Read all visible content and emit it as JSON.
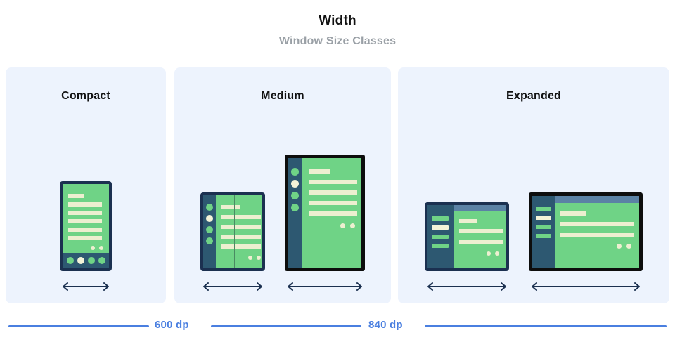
{
  "header": {
    "title": "Width",
    "subtitle": "Window Size Classes"
  },
  "panels": [
    {
      "label": "Compact"
    },
    {
      "label": "Medium"
    },
    {
      "label": "Expanded"
    }
  ],
  "devices": {
    "phone": {
      "name": "phone-portrait",
      "arrow": "width-arrow"
    },
    "foldable_portrait": {
      "name": "foldable-portrait",
      "arrow": "width-arrow"
    },
    "tablet_portrait": {
      "name": "tablet-portrait",
      "arrow": "width-arrow"
    },
    "foldable_landscape": {
      "name": "foldable-landscape",
      "arrow": "width-arrow"
    },
    "tablet_landscape": {
      "name": "tablet-landscape",
      "arrow": "width-arrow"
    }
  },
  "axis": {
    "breakpoints": [
      {
        "label": "600 dp"
      },
      {
        "label": "840 dp"
      }
    ]
  },
  "colors": {
    "panel_bg": "#edf3fd",
    "screen_green": "#6fd386",
    "content_cream": "#edefd0",
    "bezel_navy": "#1b3050",
    "bezel_black": "#0d0d0d",
    "nav_slate": "#2d5871",
    "top_band": "#5b82a5",
    "accent_blue": "#4a7fe0",
    "title_black": "#121212",
    "subtitle_grey": "#9aa0a6"
  }
}
